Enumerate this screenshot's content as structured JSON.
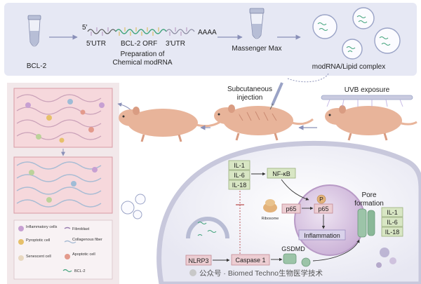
{
  "top_panel": {
    "bcl2": "BCL-2",
    "cap": "5′",
    "utr5": "5′UTR",
    "orf": "BCL-2 ORF",
    "utr3": "3′UTR",
    "polya": "AAAA",
    "prep_line1": "Preparation of",
    "prep_line2": "Chemical modRNA",
    "reagent": "Massenger Max",
    "complex": "modRNA/Lipid complex"
  },
  "middle": {
    "injection_line1": "Subcutaneous",
    "injection_line2": "injection",
    "uvb": "UVB exposure"
  },
  "legend": {
    "items": [
      "Inflammatory cells",
      "Fibroblast",
      "Pyroptotic cell",
      "Collagenous fiber",
      "Senescent cell",
      "Apoptotic cell",
      "BCL-2"
    ]
  },
  "pathway": {
    "il1": "IL-1",
    "il6": "IL-6",
    "il18": "IL-18",
    "nfkb": "NF-κB",
    "ribosome": "Ribosome",
    "p": "P",
    "p65a": "p65",
    "p65b": "p65",
    "inflammation": "Inflammation",
    "pore_line1": "Pore",
    "pore_line2": "formation",
    "il1b": "IL-1",
    "il6b": "IL-6",
    "il18b": "IL-18",
    "nlrp3": "NLRP3",
    "caspase": "Caspase 1",
    "gsdmd": "GSDMD"
  },
  "watermark": "公众号 · Biomed Techno生物医学技术",
  "colors": {
    "top_bg": "#e6e8f4",
    "cell_bg": "#dcdcec",
    "skin": "#e8b49a",
    "nucleus": "#cfb8d8",
    "box_green": "#d8e6c4",
    "box_pink": "#eccdd2",
    "box_purple": "#d9d2ea"
  }
}
